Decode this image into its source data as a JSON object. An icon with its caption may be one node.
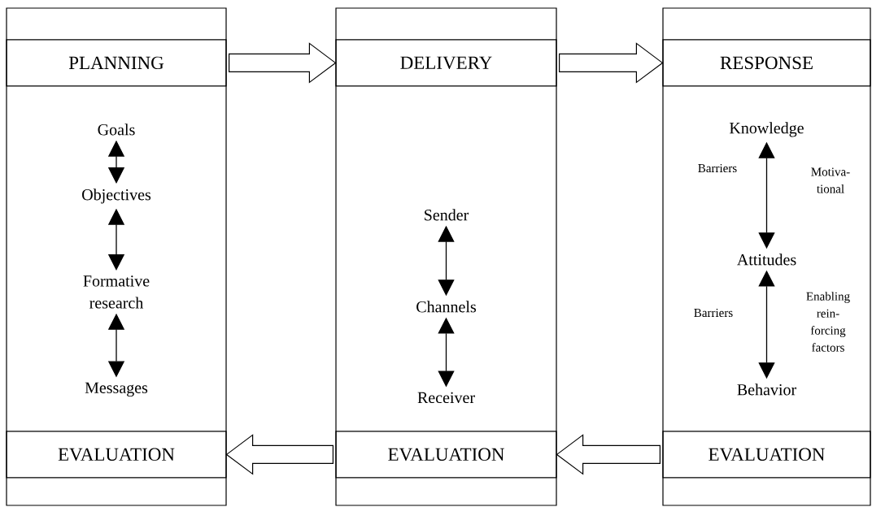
{
  "diagram": {
    "nodes": [
      {
        "text": [],
        "shape": "box"
      },
      {
        "text": [
          "PLANNING"
        ],
        "in": 0
      },
      {
        "text": [
          "Goals"
        ],
        "in": 0
      },
      {
        "text": [
          "Objectives"
        ],
        "in": 0
      },
      {
        "text": [
          "Formative research"
        ],
        "in": 0
      },
      {
        "text": [
          "Messages"
        ],
        "in": 0
      },
      {
        "text": [
          "EVALUATION"
        ],
        "in": 0
      },
      {
        "text": [],
        "shape": "box"
      },
      {
        "text": [
          "DELIVERY"
        ],
        "in": 7
      },
      {
        "text": [
          "Sender"
        ],
        "in": 7
      },
      {
        "text": [
          "Channels"
        ],
        "in": 7
      },
      {
        "text": [
          "Receiver"
        ],
        "in": 7
      },
      {
        "text": [
          "EVALUATION"
        ],
        "in": 7
      },
      {
        "text": [],
        "shape": "box"
      },
      {
        "text": [
          "RESPONSE"
        ],
        "in": 13
      },
      {
        "text": [
          "Knowledge"
        ],
        "in": 13
      },
      {
        "text": [
          "Attitudes"
        ],
        "in": 13
      },
      {
        "text": [
          "Behavior"
        ],
        "in": 13
      },
      {
        "text": [
          "EVALUATION"
        ],
        "in": 13
      }
    ],
    "edges": [
      {
        "from": 1,
        "to": 8,
        "arrow": "to"
      },
      {
        "from": 8,
        "to": 14,
        "arrow": "to"
      },
      {
        "from": 18,
        "to": 12,
        "arrow": "to"
      },
      {
        "from": 12,
        "to": 6,
        "arrow": "to"
      },
      {
        "from": 2,
        "to": 3,
        "arrow": "both"
      },
      {
        "from": 3,
        "to": 4,
        "arrow": "both"
      },
      {
        "from": 4,
        "to": 5,
        "arrow": "both"
      },
      {
        "from": 9,
        "to": 10,
        "arrow": "both"
      },
      {
        "from": 10,
        "to": 11,
        "arrow": "both"
      },
      {
        "from": 15,
        "to": 16,
        "arrow": "both"
      },
      {
        "from": 16,
        "to": 17,
        "arrow": "both"
      }
    ],
    "labels": [
      "Barriers",
      "Motiva- tional",
      "Barriers",
      "Enabling rein- forcing factors"
    ]
  }
}
